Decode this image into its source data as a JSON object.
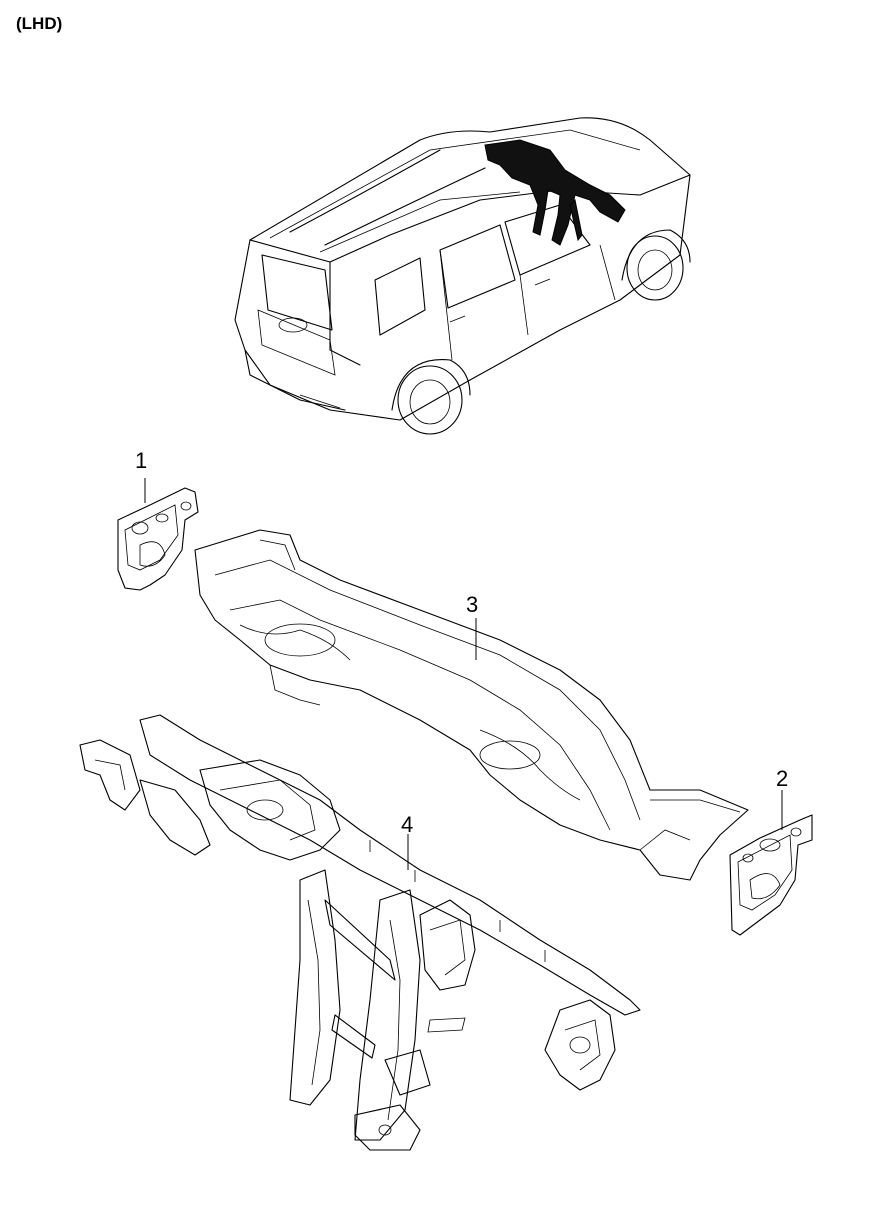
{
  "header": {
    "variant_label": "(LHD)"
  },
  "callouts": [
    {
      "number": "1"
    },
    {
      "number": "2"
    },
    {
      "number": "3"
    },
    {
      "number": "4"
    }
  ]
}
